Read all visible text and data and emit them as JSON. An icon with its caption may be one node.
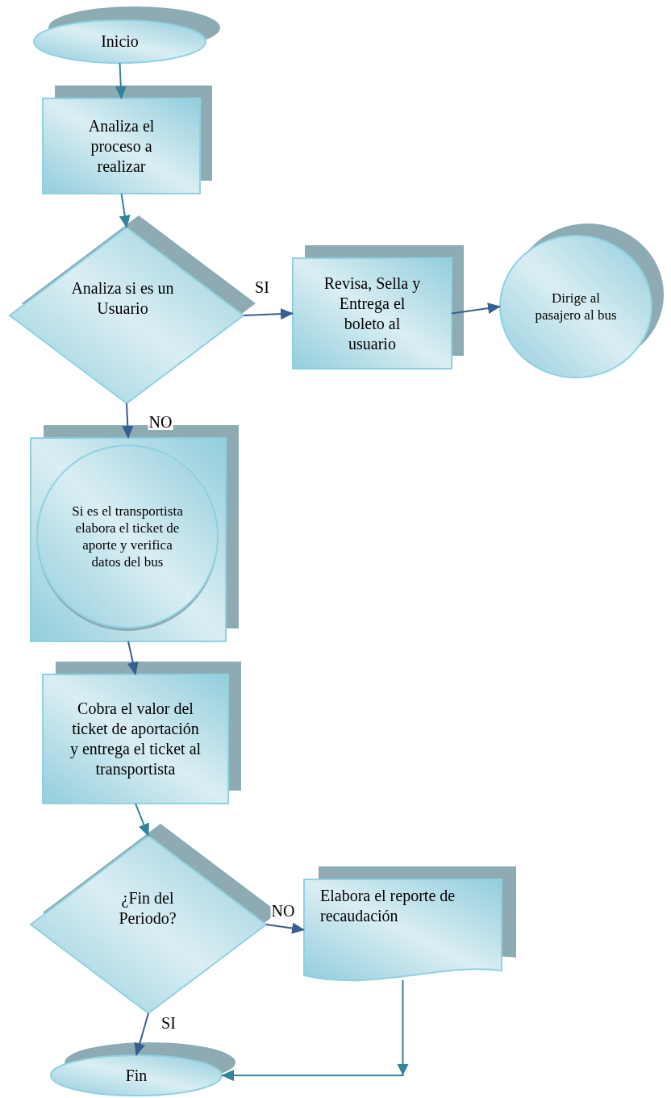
{
  "diagram": {
    "nodes": [
      {
        "text": [
          "Inicio"
        ]
      },
      {
        "text": [
          "Analiza el proceso a realizar"
        ]
      },
      {
        "text": [
          "Analiza si es un Usuario"
        ]
      },
      {
        "text": [
          "Revisa, Sella y Entrega el boleto al usuario"
        ]
      },
      {
        "text": [
          "Dirige al pasajero al bus"
        ]
      },
      {
        "text": [],
        "shape": "box"
      },
      {
        "text": [
          "Si es el transportista elabora el ticket de aporte y verifica datos del bus"
        ],
        "in": 5
      },
      {
        "text": [
          "Cobra el valor del ticket de aportación y entrega el ticket al transportista"
        ]
      },
      {
        "text": [
          "¿Fin del Periodo?"
        ]
      },
      {
        "text": [
          "Elabora el reporte de recaudación"
        ]
      },
      {
        "text": [
          "Fin"
        ]
      }
    ],
    "edges": [
      {
        "from": 0,
        "to": 1,
        "arrow": "to",
        "color": "#31849b"
      },
      {
        "from": 1,
        "to": 2,
        "arrow": "to",
        "color": "#31849b"
      },
      {
        "from": 2,
        "to": 3,
        "arrow": "to",
        "label": "SI"
      },
      {
        "from": 3,
        "to": 4,
        "arrow": "to"
      },
      {
        "from": 2,
        "to": 5,
        "arrow": "to",
        "label": "NO"
      },
      {
        "from": 5,
        "to": 7,
        "arrow": "to"
      },
      {
        "from": 7,
        "to": 8,
        "arrow": "to",
        "color": "#31849b"
      },
      {
        "from": 8,
        "to": 9,
        "arrow": "to",
        "label": "NO"
      },
      {
        "from": 8,
        "to": 10,
        "arrow": "to",
        "label": "SI"
      },
      {
        "from": 9,
        "to": 10,
        "arrow": "to",
        "color": "#31849b"
      }
    ]
  }
}
